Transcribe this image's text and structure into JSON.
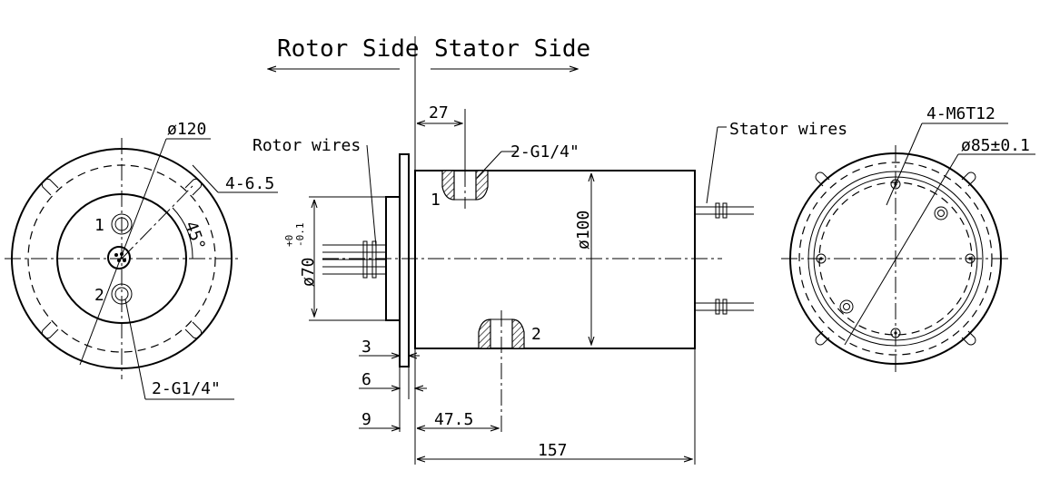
{
  "header": {
    "rotor_side": "Rotor Side",
    "stator_side": "Stator Side"
  },
  "left_view": {
    "dia_outer": "ø120",
    "holes": "4-6.5",
    "angle": "45°",
    "port_1": "1",
    "port_2": "2",
    "port_thread": "2-G1/4\""
  },
  "side_view": {
    "rotor_wires": "Rotor wires",
    "stator_wires": "Stator wires",
    "port_thread": "2-G1/4\"",
    "port_1": "1",
    "port_2": "2",
    "dim_27": "27",
    "dim_100": "ø100",
    "dim_70": "ø70",
    "tol_upper": "+0",
    "tol_lower": "-0.1",
    "dim_3": "3",
    "dim_6": "6",
    "dim_9": "9",
    "dim_47_5": "47.5",
    "dim_157": "157"
  },
  "right_view": {
    "threads": "4-M6T12",
    "pcd": "ø85±0.1"
  }
}
